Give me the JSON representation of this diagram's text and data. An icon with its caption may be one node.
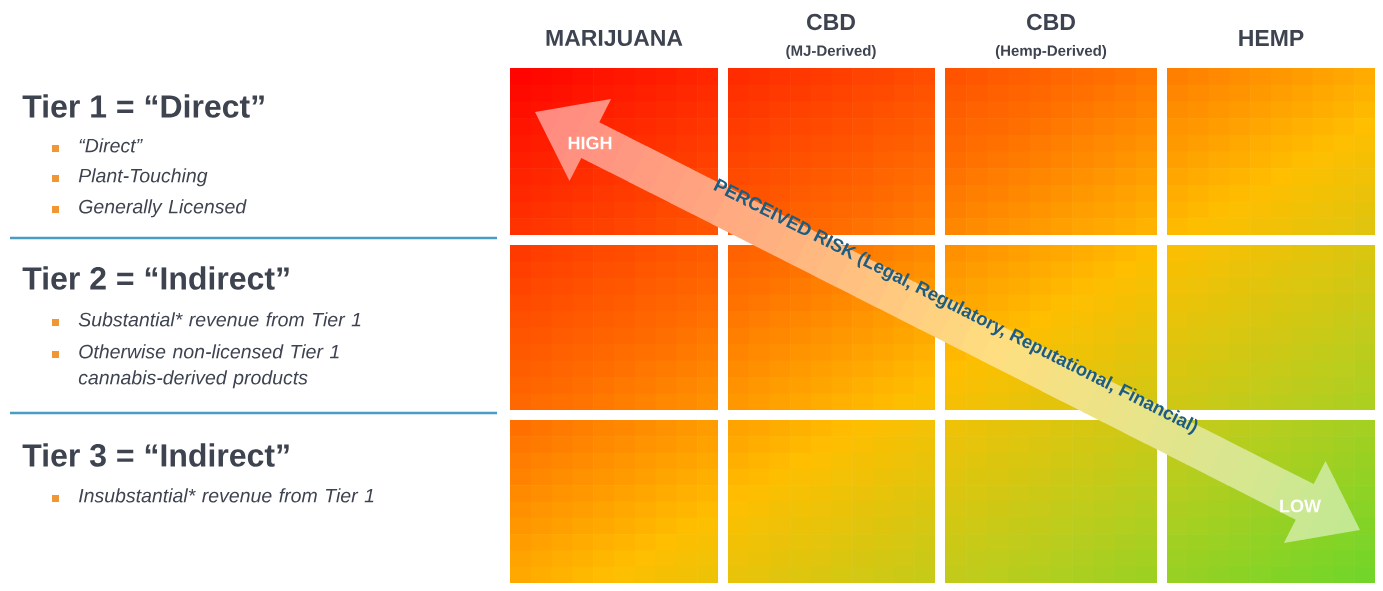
{
  "diagram": {
    "labels": [
      "MARIJUANA",
      "CBD",
      "(MJ-Derived)",
      "CBD",
      "(Hemp-Derived)",
      "HEMP",
      "Tier 1 = “Direct”",
      "“Direct”",
      "Plant-Touching",
      "Generally Licensed",
      "Tier 2 = “Indirect”",
      "Substantial* revenue from Tier 1",
      "Otherwise non-licensed Tier 1 cannabis-derived products",
      "Tier 3 = “Indirect”",
      "Insubstantial* revenue from Tier 1",
      "HIGH",
      "PERCEIVED RISK (Legal, Regulatory, Reputational, Financial)",
      "LOW"
    ]
  }
}
